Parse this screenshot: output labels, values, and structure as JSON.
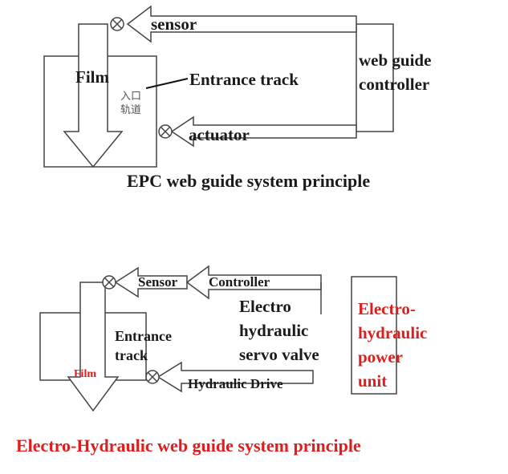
{
  "colors": {
    "line": "#444444",
    "text": "#1a1a1a",
    "accent": "#e01c1c"
  },
  "top": {
    "film": "Film",
    "sensor": "sensor",
    "entrance_track": "Entrance track",
    "entrance_cn_1": "入口",
    "entrance_cn_2": "轨道",
    "actuator": "actuator",
    "controller_1": "web guide",
    "controller_2": "controller",
    "caption": "EPC web guide system principle"
  },
  "bottom": {
    "sensor": "Sensor",
    "controller": "Controller",
    "valve_1": "Electro",
    "valve_2": "hydraulic",
    "valve_3": "servo valve",
    "power_1": "Electro-",
    "power_2": "hydraulic",
    "power_3": "power",
    "power_4": "unit",
    "entrance_1": "Entrance",
    "entrance_2": "track",
    "film": "Film",
    "drive": "Hydraulic Drive",
    "caption": "Electro-Hydraulic web guide system principle"
  }
}
